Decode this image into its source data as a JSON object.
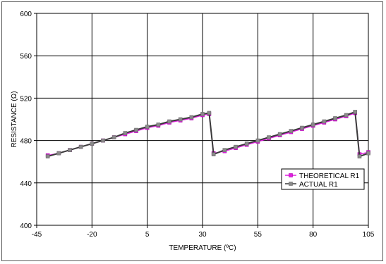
{
  "chart_data": {
    "type": "line",
    "xlabel": "TEMPERATURE (ºC)",
    "ylabel": "RESISTANCE (Ω)",
    "xlim": [
      -45,
      105
    ],
    "ylim": [
      400,
      600
    ],
    "x_ticks": [
      "-45",
      "-20",
      "5",
      "30",
      "55",
      "80",
      "105"
    ],
    "y_ticks": [
      "400",
      "440",
      "480",
      "520",
      "560",
      "600"
    ],
    "grid": true,
    "legend_position": "lower-right",
    "series": [
      {
        "name": "THEORETICAL R1",
        "color": "#e020e0",
        "marker": "square",
        "points": [
          [
            -40,
            466
          ],
          [
            -35,
            468
          ],
          [
            -30,
            471
          ],
          [
            -25,
            474
          ],
          [
            -20,
            477
          ],
          [
            -15,
            480
          ],
          [
            -10,
            483
          ],
          [
            -5,
            486
          ],
          [
            0,
            489
          ],
          [
            5,
            492
          ],
          [
            10,
            494
          ],
          [
            15,
            497
          ],
          [
            20,
            499
          ],
          [
            25,
            501
          ],
          [
            30,
            504
          ],
          [
            33,
            505
          ],
          [
            35,
            468
          ],
          [
            40,
            470
          ],
          [
            45,
            473
          ],
          [
            50,
            476
          ],
          [
            55,
            479
          ],
          [
            60,
            482
          ],
          [
            65,
            485
          ],
          [
            70,
            488
          ],
          [
            75,
            491
          ],
          [
            80,
            494
          ],
          [
            85,
            497
          ],
          [
            90,
            500
          ],
          [
            95,
            503
          ],
          [
            99,
            506
          ],
          [
            101,
            467
          ],
          [
            105,
            469
          ]
        ]
      },
      {
        "name": "ACTUAL R1",
        "color": "#8a8a8a",
        "marker": "square",
        "points": [
          [
            -40,
            465
          ],
          [
            -35,
            468
          ],
          [
            -30,
            471
          ],
          [
            -25,
            474
          ],
          [
            -20,
            477
          ],
          [
            -15,
            480
          ],
          [
            -10,
            483
          ],
          [
            -5,
            487
          ],
          [
            0,
            490
          ],
          [
            5,
            493
          ],
          [
            10,
            495
          ],
          [
            15,
            498
          ],
          [
            20,
            500
          ],
          [
            25,
            502
          ],
          [
            30,
            505
          ],
          [
            33,
            506
          ],
          [
            35,
            467
          ],
          [
            40,
            471
          ],
          [
            45,
            474
          ],
          [
            50,
            477
          ],
          [
            55,
            480
          ],
          [
            60,
            483
          ],
          [
            65,
            486
          ],
          [
            70,
            489
          ],
          [
            75,
            492
          ],
          [
            80,
            495
          ],
          [
            85,
            498
          ],
          [
            90,
            501
          ],
          [
            95,
            504
          ],
          [
            99,
            507
          ],
          [
            101,
            465
          ],
          [
            105,
            468
          ]
        ]
      }
    ]
  }
}
